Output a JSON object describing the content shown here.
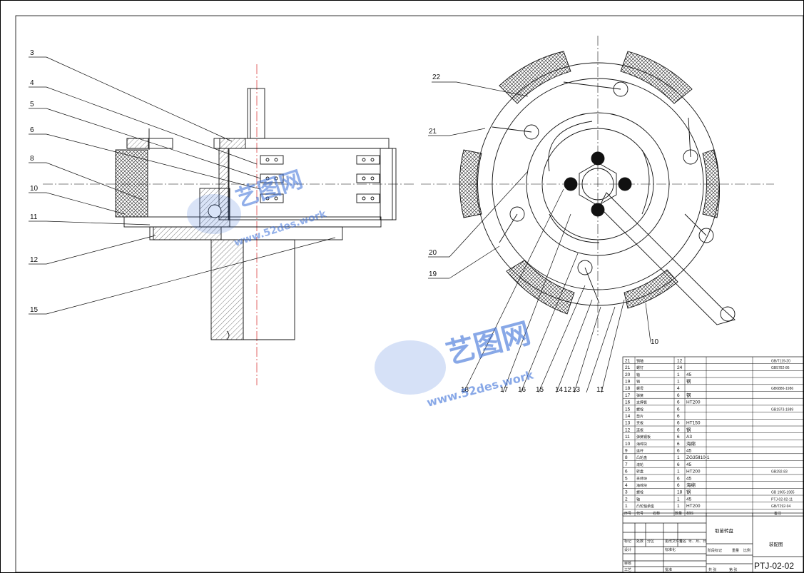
{
  "drawing": {
    "title": "取苗转盘",
    "subtitle": "装配图",
    "code": "PTJ-02-02"
  },
  "watermark": {
    "cn": "艺图网",
    "en": "www.52des.work",
    "color": "#3a6fd8"
  },
  "callouts": {
    "left": [
      "3",
      "4",
      "5",
      "6",
      "8",
      "10",
      "11",
      "12",
      "15"
    ],
    "right_top": [
      "22",
      "21",
      "20",
      "19"
    ],
    "right_bottom": [
      "18",
      "17",
      "16",
      "15",
      "14",
      "12",
      "13",
      "11",
      "10"
    ]
  },
  "bom": [
    {
      "no": "21",
      "name": "销轴",
      "qty": "12",
      "mat": "",
      "std": "GB/T119-20"
    },
    {
      "no": "21",
      "name": "螺钉",
      "qty": "24",
      "mat": "",
      "std": "GB5782-86"
    },
    {
      "no": "20",
      "name": "轴",
      "qty": "1",
      "mat": "45",
      "std": ""
    },
    {
      "no": "19",
      "name": "销",
      "qty": "1",
      "mat": "钢",
      "std": ""
    },
    {
      "no": "18",
      "name": "螺母",
      "qty": "4",
      "mat": "",
      "std": "GB6886-1986"
    },
    {
      "no": "17",
      "name": "弹簧",
      "qty": "6",
      "mat": "钢",
      "std": ""
    },
    {
      "no": "16",
      "name": "支撑板",
      "qty": "6",
      "mat": "HT200",
      "std": ""
    },
    {
      "no": "15",
      "name": "螺栓",
      "qty": "6",
      "mat": "",
      "std": "GB1973-1989"
    },
    {
      "no": "14",
      "name": "垫片",
      "qty": "6",
      "mat": "",
      "std": ""
    },
    {
      "no": "13",
      "name": "夹板",
      "qty": "6",
      "mat": "HT150",
      "std": ""
    },
    {
      "no": "12",
      "name": "连板",
      "qty": "6",
      "mat": "钢",
      "std": ""
    },
    {
      "no": "11",
      "name": "弹簧钢板",
      "qty": "6",
      "mat": "A3",
      "std": ""
    },
    {
      "no": "10",
      "name": "海绵块",
      "qty": "6",
      "mat": "海绵",
      "std": ""
    },
    {
      "no": "9",
      "name": "连杆",
      "qty": "6",
      "mat": "45",
      "std": ""
    },
    {
      "no": "8",
      "name": "凸轮盘",
      "qty": "1",
      "mat": "ZG35Ⅱ10-1",
      "std": ""
    },
    {
      "no": "7",
      "name": "滚轮",
      "qty": "6",
      "mat": "45",
      "std": ""
    },
    {
      "no": "6",
      "name": "转盘",
      "qty": "1",
      "mat": "HT200",
      "std": "GB292-83"
    },
    {
      "no": "5",
      "name": "夹持块",
      "qty": "6",
      "mat": "45",
      "std": ""
    },
    {
      "no": "4",
      "name": "海绵块",
      "qty": "6",
      "mat": "海绵",
      "std": ""
    },
    {
      "no": "3",
      "name": "螺栓",
      "qty": "18",
      "mat": "钢",
      "std": "GB 1965-1985"
    },
    {
      "no": "2",
      "name": "轴",
      "qty": "1",
      "mat": "45",
      "std": "PTJ-02-02-11"
    },
    {
      "no": "1",
      "name": "凸轮轴承座",
      "qty": "1",
      "mat": "HT200",
      "std": "GB/T292-94"
    }
  ],
  "bom_header": {
    "no": "序号",
    "code": "代号",
    "name": "名称",
    "qty": "数量",
    "mat": "材料",
    "note": "备注"
  },
  "title_block": {
    "c1": "标记",
    "c2": "处数",
    "c3": "分区",
    "c4": "更改文件号",
    "c5": "签名",
    "c6": "年、月、日",
    "design": "设计",
    "std": "标准化",
    "stage": "阶段标记",
    "weight": "重量",
    "scale": "比例",
    "check": "审核",
    "process": "工艺",
    "approve": "批准",
    "sheets": "共  张",
    "sheet": "第  张"
  }
}
